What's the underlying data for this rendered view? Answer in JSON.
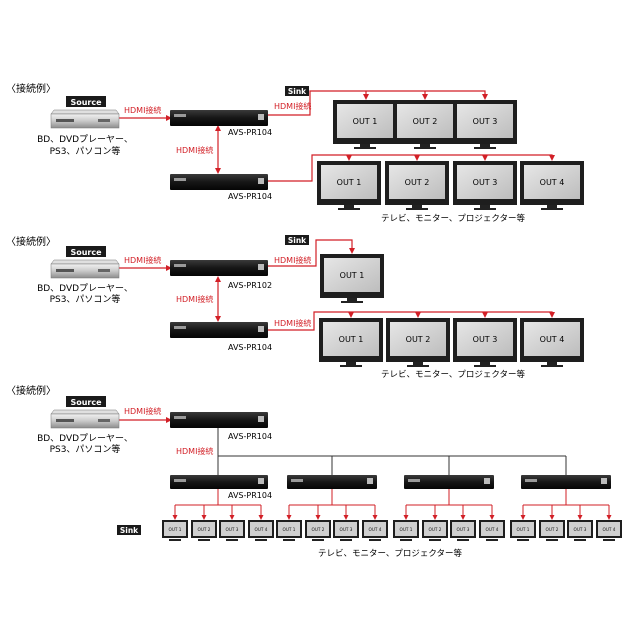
{
  "colors": {
    "wire": "#d21f26",
    "badge": "#1a1a1a",
    "device": "#1b1b1b",
    "screen": "#cfcfcf",
    "bezel": "#1e1e1e"
  },
  "example_heading": "〈接続例〉",
  "source_label": "Source",
  "sink_label": "Sink",
  "source_caption_line1": "BD、DVDプレーヤー、",
  "source_caption_line2": "PS3、パソコン等",
  "hdmi_label": "HDMI接続",
  "device_a": "AVS-PR104",
  "device_b": "AVS-PR102",
  "out_labels": [
    "OUT 1",
    "OUT 2",
    "OUT 3",
    "OUT 4"
  ],
  "sink_caption": "テレビ、モニター、プロジェクター等"
}
